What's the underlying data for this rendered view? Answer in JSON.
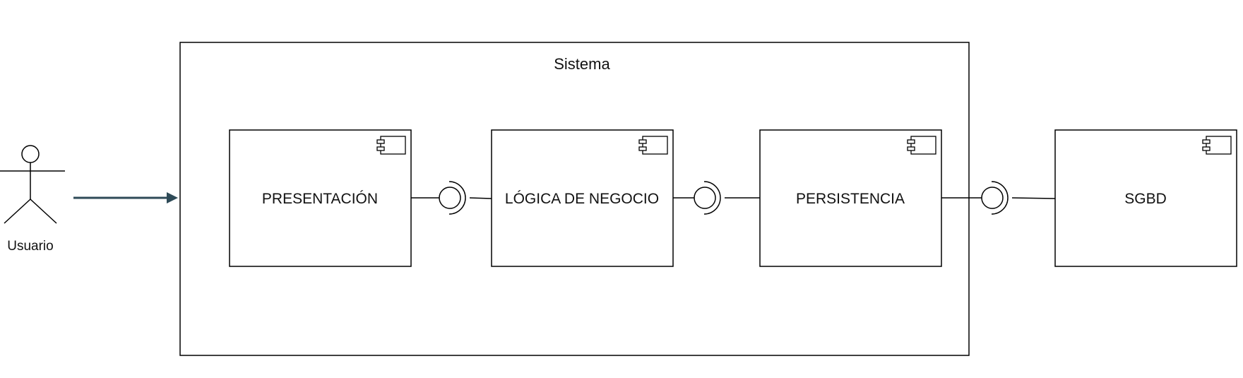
{
  "actor": {
    "label": "Usuario"
  },
  "system": {
    "title": "Sistema"
  },
  "components": [
    {
      "label": "PRESENTACIÓN"
    },
    {
      "label": "LÓGICA DE NEGOCIO"
    },
    {
      "label": "PERSISTENCIA"
    },
    {
      "label": "SGBD"
    }
  ],
  "colors": {
    "arrow": "#2e4a57",
    "stroke": "#000000",
    "background": "#ffffff"
  },
  "icons": {
    "component": "uml-component-icon",
    "interface": "lollipop-socket-icon"
  }
}
